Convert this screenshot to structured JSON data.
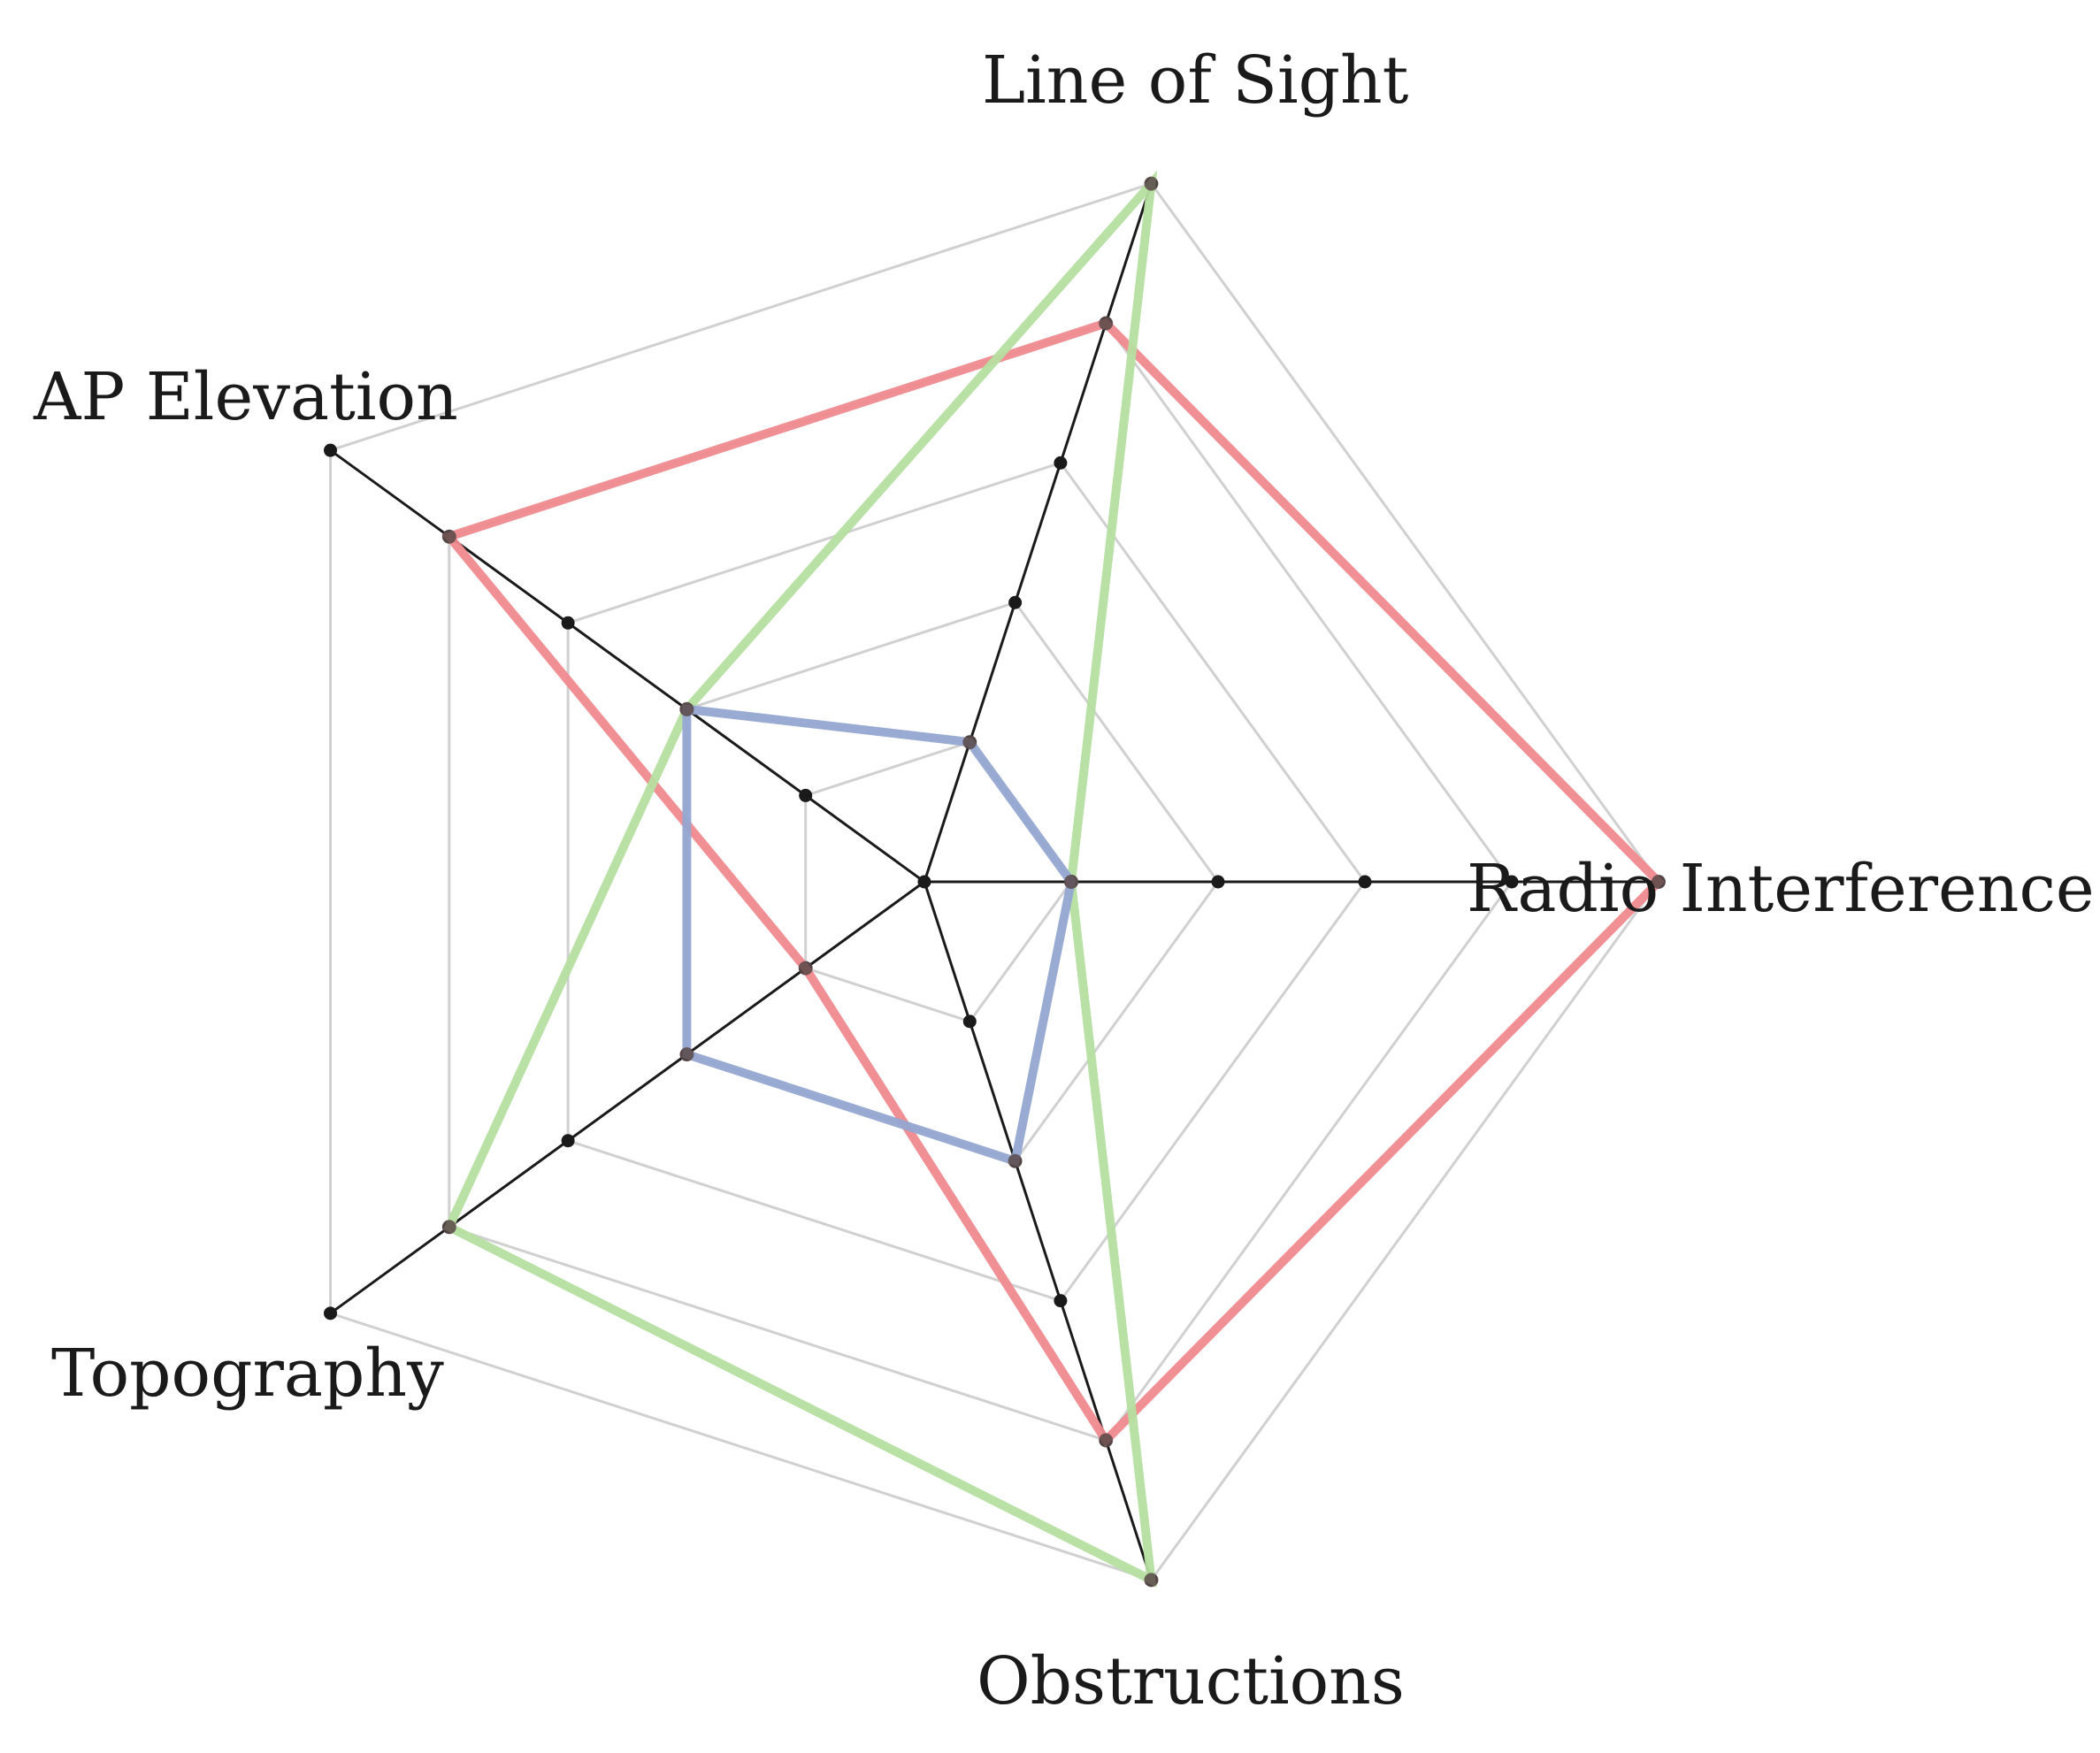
{
  "chart_data": {
    "type": "radar",
    "axes": [
      "Radio Interference",
      "Line of Sight",
      "AP Elevation",
      "Topography",
      "Obstructions"
    ],
    "range": [
      0,
      5
    ],
    "ring_levels": [
      1,
      2,
      3,
      4,
      5
    ],
    "grid": true,
    "legend": "none",
    "series": [
      {
        "color": "#ef8a8f",
        "values": [
          5,
          4,
          4,
          1,
          4
        ]
      },
      {
        "color": "#b5dfa0",
        "values": [
          1,
          5,
          2,
          4,
          5
        ]
      },
      {
        "color": "#95a6d1",
        "values": [
          1,
          1,
          2,
          2,
          2
        ]
      }
    ],
    "colors": {
      "grid": "#d0d0d0",
      "axis": "#1a1a1a",
      "text": "#1a1a1a"
    }
  }
}
